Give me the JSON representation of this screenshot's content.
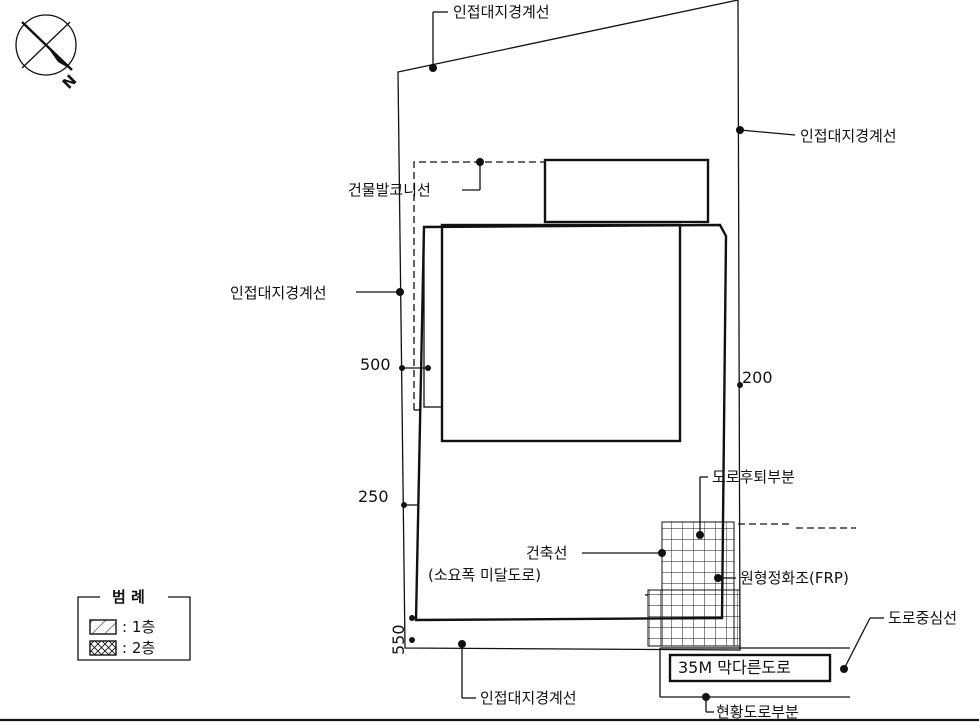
{
  "north_label": "N",
  "labels": {
    "top_boundary": "인접대지경계선",
    "right_boundary": "인접대지경계선",
    "left_boundary": "인접대지경계선",
    "bottom_boundary": "인접대지경계선",
    "balcony_line": "건물발코니선",
    "road_retreat": "도로후퇴부분",
    "building_line": "건축선",
    "road_note": "(소요폭 미달도로)",
    "manhole": "원형정화조(FRP)",
    "road_center": "도로중심선",
    "road_name": "35M 막다른도로",
    "existing_road": "현황도로부분"
  },
  "dimensions": {
    "d500": "500",
    "d200": "200",
    "d250": "250",
    "d550": "550"
  },
  "legend": {
    "title": "범 례",
    "items": [
      {
        "label": ":  1층"
      },
      {
        "label": ":  2층"
      }
    ]
  }
}
